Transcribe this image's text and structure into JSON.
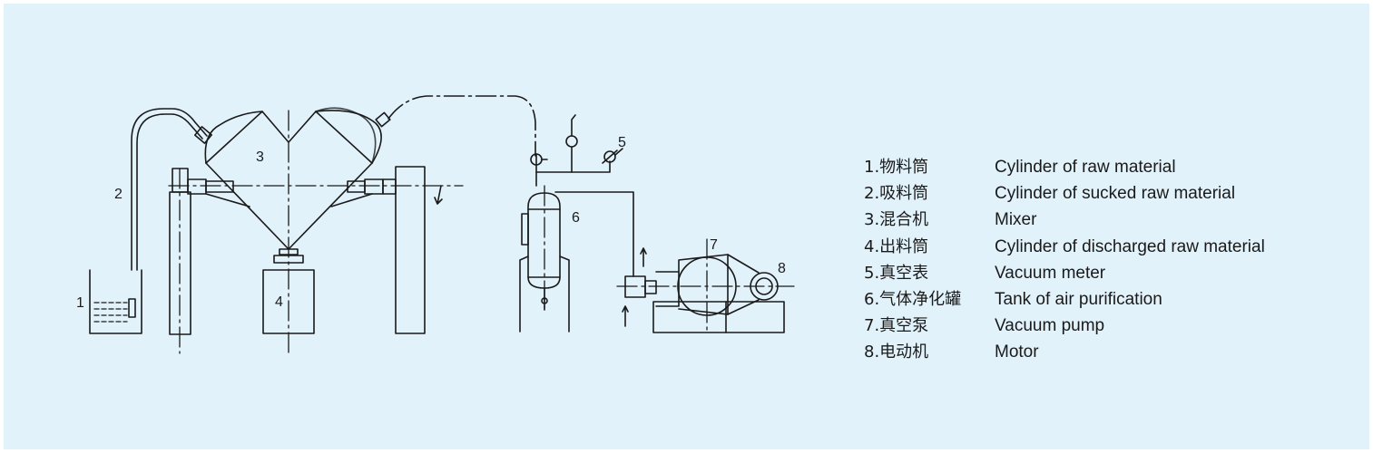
{
  "callouts": [
    "1",
    "2",
    "3",
    "4",
    "5",
    "6",
    "7",
    "8"
  ],
  "legend": [
    {
      "zh": "1.物料筒",
      "en": "Cylinder of raw material"
    },
    {
      "zh": "2.吸料筒",
      "en": "Cylinder of sucked raw material"
    },
    {
      "zh": "3.混合机",
      "en": "Mixer"
    },
    {
      "zh": "4.出料筒",
      "en": "Cylinder of discharged raw material"
    },
    {
      "zh": "5.真空表",
      "en": "Vacuum meter"
    },
    {
      "zh": "6.气体净化罐",
      "en": "Tank of air purification"
    },
    {
      "zh": "7.真空泵",
      "en": "Vacuum pump"
    },
    {
      "zh": "8.电动机",
      "en": "Motor"
    }
  ],
  "colors": {
    "background": "#e2f2fb",
    "line": "#1a1a1a"
  }
}
